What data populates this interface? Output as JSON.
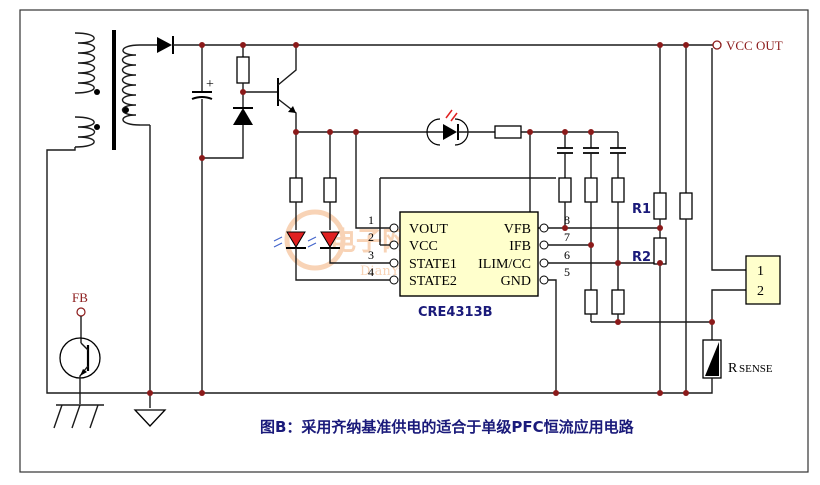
{
  "labels": {
    "vcc_out": "VCC OUT",
    "fb": "FB",
    "r1": "R1",
    "r2": "R2",
    "rsense_main": "R",
    "rsense_sub": "SENSE",
    "connector_pin1": "1",
    "connector_pin2": "2",
    "chip_name": "CRE4313B",
    "caption": "图B：采用齐纳基准供电的适合于单级PFC恒流应用电路",
    "cap_plus": "+"
  },
  "chip": {
    "left_pins": [
      {
        "num": "1",
        "name": "VOUT"
      },
      {
        "num": "2",
        "name": "VCC"
      },
      {
        "num": "3",
        "name": "STATE1"
      },
      {
        "num": "4",
        "name": "STATE2"
      }
    ],
    "right_pins": [
      {
        "num": "8",
        "name": "VFB"
      },
      {
        "num": "7",
        "name": "IFB"
      },
      {
        "num": "6",
        "name": "ILIM/CC"
      },
      {
        "num": "5",
        "name": "GND"
      }
    ]
  },
  "watermark": {
    "text_cn": "电子网",
    "text_en": "DianYuan.com"
  },
  "colors": {
    "wire": "#1a1a1a",
    "junction": "#8b1a1a",
    "led": "#e02020",
    "chip_fill": "#ffffcc",
    "connector_fill": "#ffffcc",
    "label_blue": "#1a1a7a",
    "vcc_label": "#8b1a1a"
  }
}
